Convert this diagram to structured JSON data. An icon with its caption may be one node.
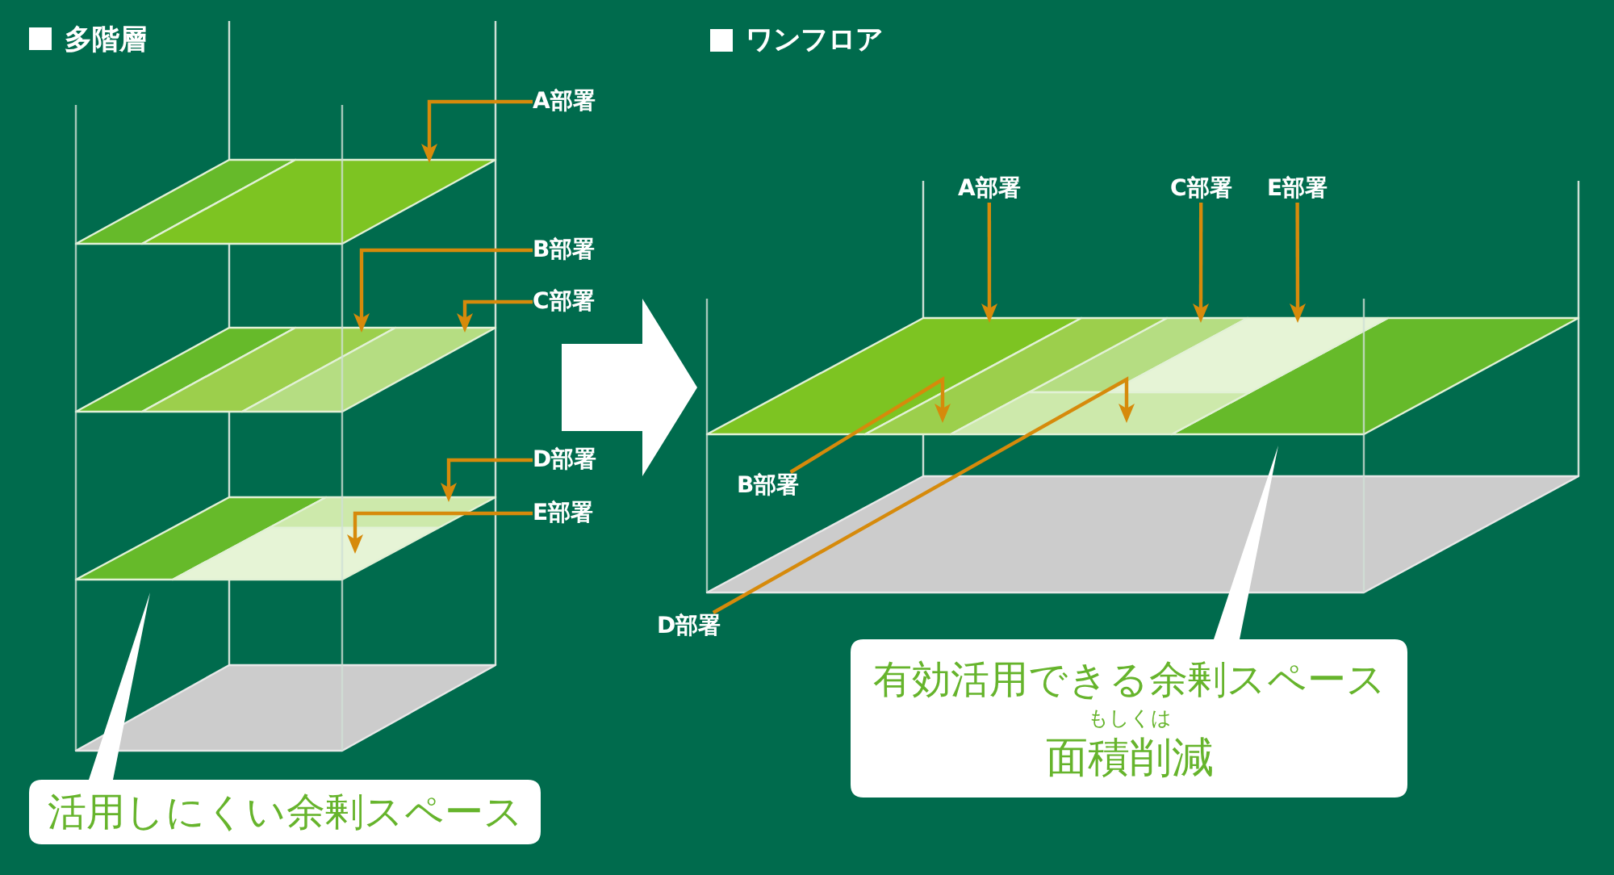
{
  "diagram": {
    "nodes": [
      {
        "text": [
          "多階層"
        ]
      },
      {
        "text": [
          "A部署"
        ]
      },
      {
        "text": [
          "B部署"
        ]
      },
      {
        "text": [
          "C部署"
        ]
      },
      {
        "text": [
          "D部署"
        ]
      },
      {
        "text": [
          "E部署"
        ]
      },
      {
        "text": [],
        "shape": "parallelogram",
        "in": 0
      },
      {
        "text": [],
        "shape": "parallelogram",
        "in": 0
      },
      {
        "text": [],
        "shape": "parallelogram",
        "in": 0
      },
      {
        "text": [],
        "shape": "parallelogram",
        "in": 0
      },
      {
        "text": [],
        "shape": "parallelogram",
        "in": 0
      },
      {
        "text": [
          "活用しにくい余剰スペース"
        ]
      },
      {
        "text": [
          "ワンフロア"
        ]
      },
      {
        "text": [
          "A部署"
        ],
        "in": 12
      },
      {
        "text": [
          "C部署"
        ],
        "in": 12
      },
      {
        "text": [
          "E部署"
        ],
        "in": 12
      },
      {
        "text": [
          "B部署"
        ],
        "in": 12
      },
      {
        "text": [
          "D部署"
        ]
      },
      {
        "text": [],
        "shape": "parallelogram",
        "in": 12
      },
      {
        "text": [],
        "shape": "parallelogram",
        "in": 12
      },
      {
        "text": [],
        "shape": "parallelogram",
        "in": 12
      },
      {
        "text": [],
        "shape": "parallelogram",
        "in": 12
      },
      {
        "text": [],
        "shape": "parallelogram",
        "in": 12
      },
      {
        "text": [
          "有効活用できる余剰スペース",
          "もしくは",
          "面積削減"
        ]
      }
    ],
    "edges": [
      {
        "from": 1,
        "to": 6,
        "arrow": "to"
      },
      {
        "from": 2,
        "to": 7,
        "arrow": "to"
      },
      {
        "from": 3,
        "to": 8,
        "arrow": "to"
      },
      {
        "from": 4,
        "to": 9,
        "arrow": "to"
      },
      {
        "from": 5,
        "to": 10,
        "arrow": "to"
      },
      {
        "from": 13,
        "to": 18,
        "arrow": "to"
      },
      {
        "from": 14,
        "to": 19,
        "arrow": "to"
      },
      {
        "from": 15,
        "to": 20,
        "arrow": "to"
      },
      {
        "from": 16,
        "to": 21,
        "arrow": "to"
      },
      {
        "from": 17,
        "to": 22,
        "arrow": "to"
      },
      {
        "from": 0,
        "to": 12,
        "arrow": "to",
        "style": "thick",
        "color": "#ffffff"
      }
    ]
  }
}
